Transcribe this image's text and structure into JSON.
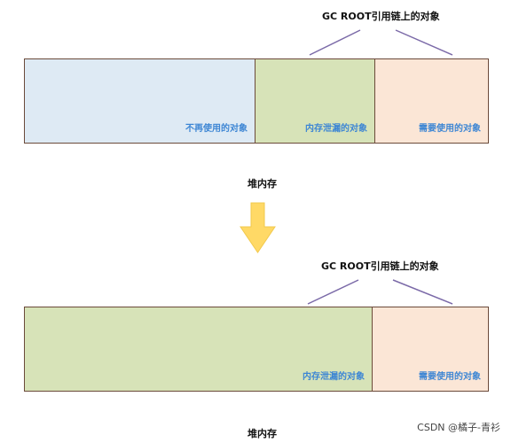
{
  "diagram1": {
    "gc_root_label": "GC ROOT引用链上的对象",
    "segments": [
      {
        "label": "不再使用的对象",
        "color": "#deeaf4"
      },
      {
        "label": "内存泄漏的对象",
        "color": "#d7e3b8"
      },
      {
        "label": "需要使用的对象",
        "color": "#fbe6d6"
      }
    ],
    "caption": "堆内存"
  },
  "arrow": {
    "color": "#ffd966",
    "icon": "down-arrow-icon"
  },
  "diagram2": {
    "gc_root_label": "GC ROOT引用链上的对象",
    "segments": [
      {
        "label": "内存泄漏的对象",
        "color": "#d7e3b8"
      },
      {
        "label": "需要使用的对象",
        "color": "#fbe6d6"
      }
    ],
    "caption": "堆内存"
  },
  "colors": {
    "border": "#6b4a3a",
    "segment_text": "#3d86d4",
    "bracket_line": "#7b6aa8"
  },
  "watermark": "CSDN @橘子-青衫"
}
